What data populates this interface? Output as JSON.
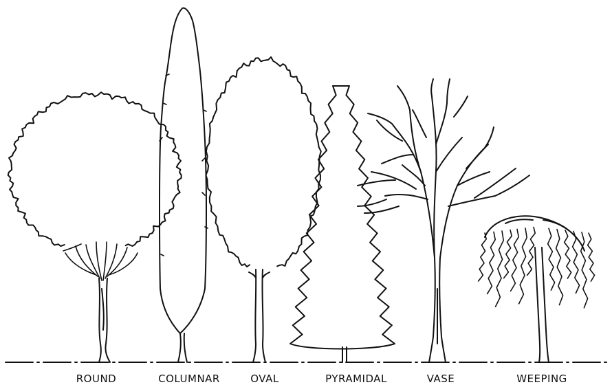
{
  "tree_forms": [
    {
      "label": "ROUND"
    },
    {
      "label": "COLUMNAR"
    },
    {
      "label": "OVAL"
    },
    {
      "label": "PYRAMIDAL"
    },
    {
      "label": "VASE"
    },
    {
      "label": "WEEPING"
    }
  ]
}
